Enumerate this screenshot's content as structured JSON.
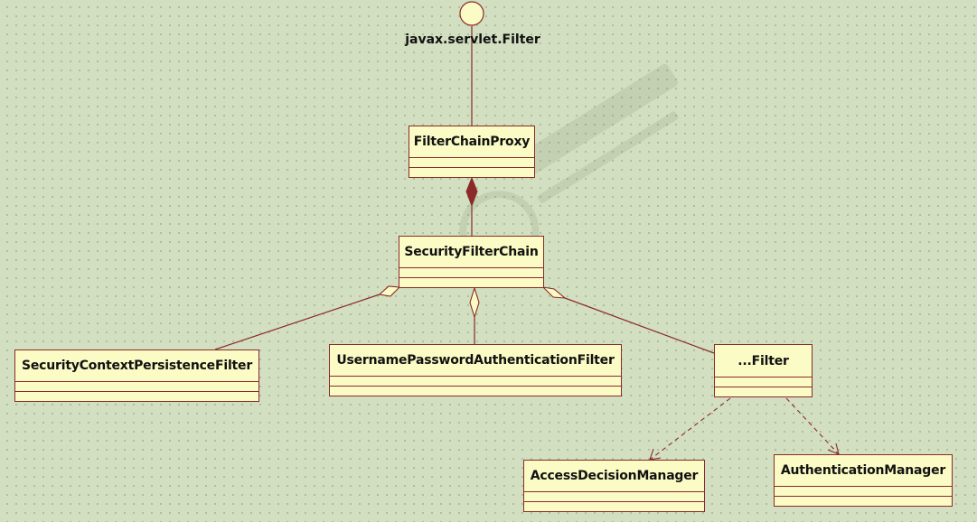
{
  "diagram": {
    "interface_label": "javax.servlet.Filter",
    "classes": {
      "filter_chain_proxy": "FilterChainProxy",
      "security_filter_chain": "SecurityFilterChain",
      "security_context_persistence_filter": "SecurityContextPersistenceFilter",
      "username_password_authentication_filter": "UsernamePasswordAuthenticationFilter",
      "other_filter": "...Filter",
      "access_decision_manager": "AccessDecisionManager",
      "authentication_manager": "AuthenticationManager"
    }
  },
  "colors": {
    "background": "#d2dfc0",
    "class_fill": "#fbfbc5",
    "line": "#8b2a2a",
    "interface_fill": "#fbfbc5"
  }
}
